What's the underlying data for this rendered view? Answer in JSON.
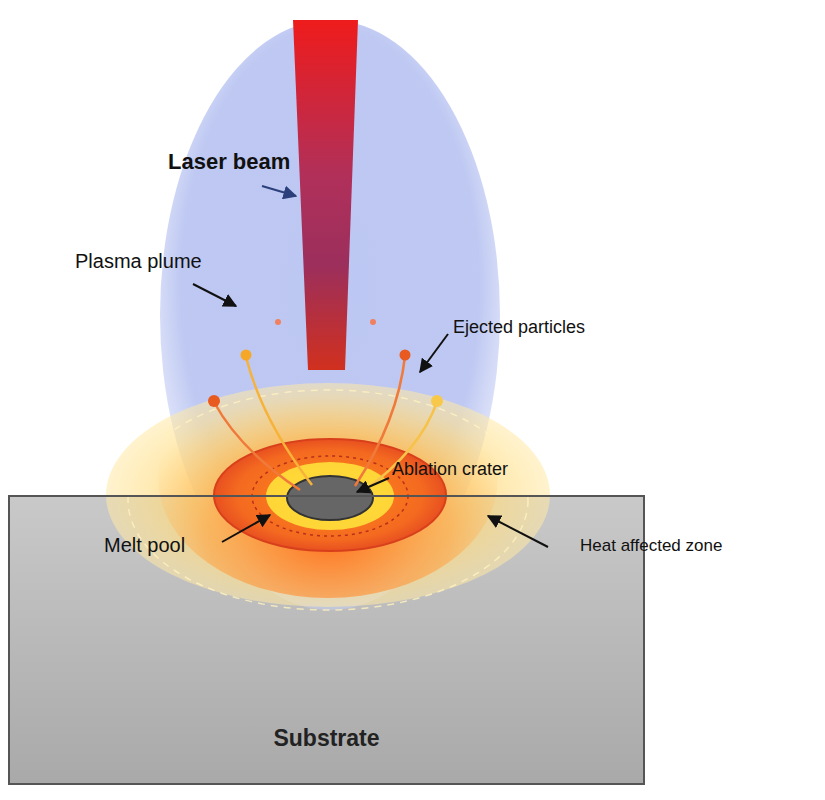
{
  "diagram": {
    "nodes": [
      {
        "text": [
          "Substrate"
        ]
      }
    ],
    "labels": [
      "Laser beam",
      "Plasma plume",
      "Ejected particles",
      "Ablation crater",
      "Melt pool",
      "Heat affected zone"
    ]
  }
}
